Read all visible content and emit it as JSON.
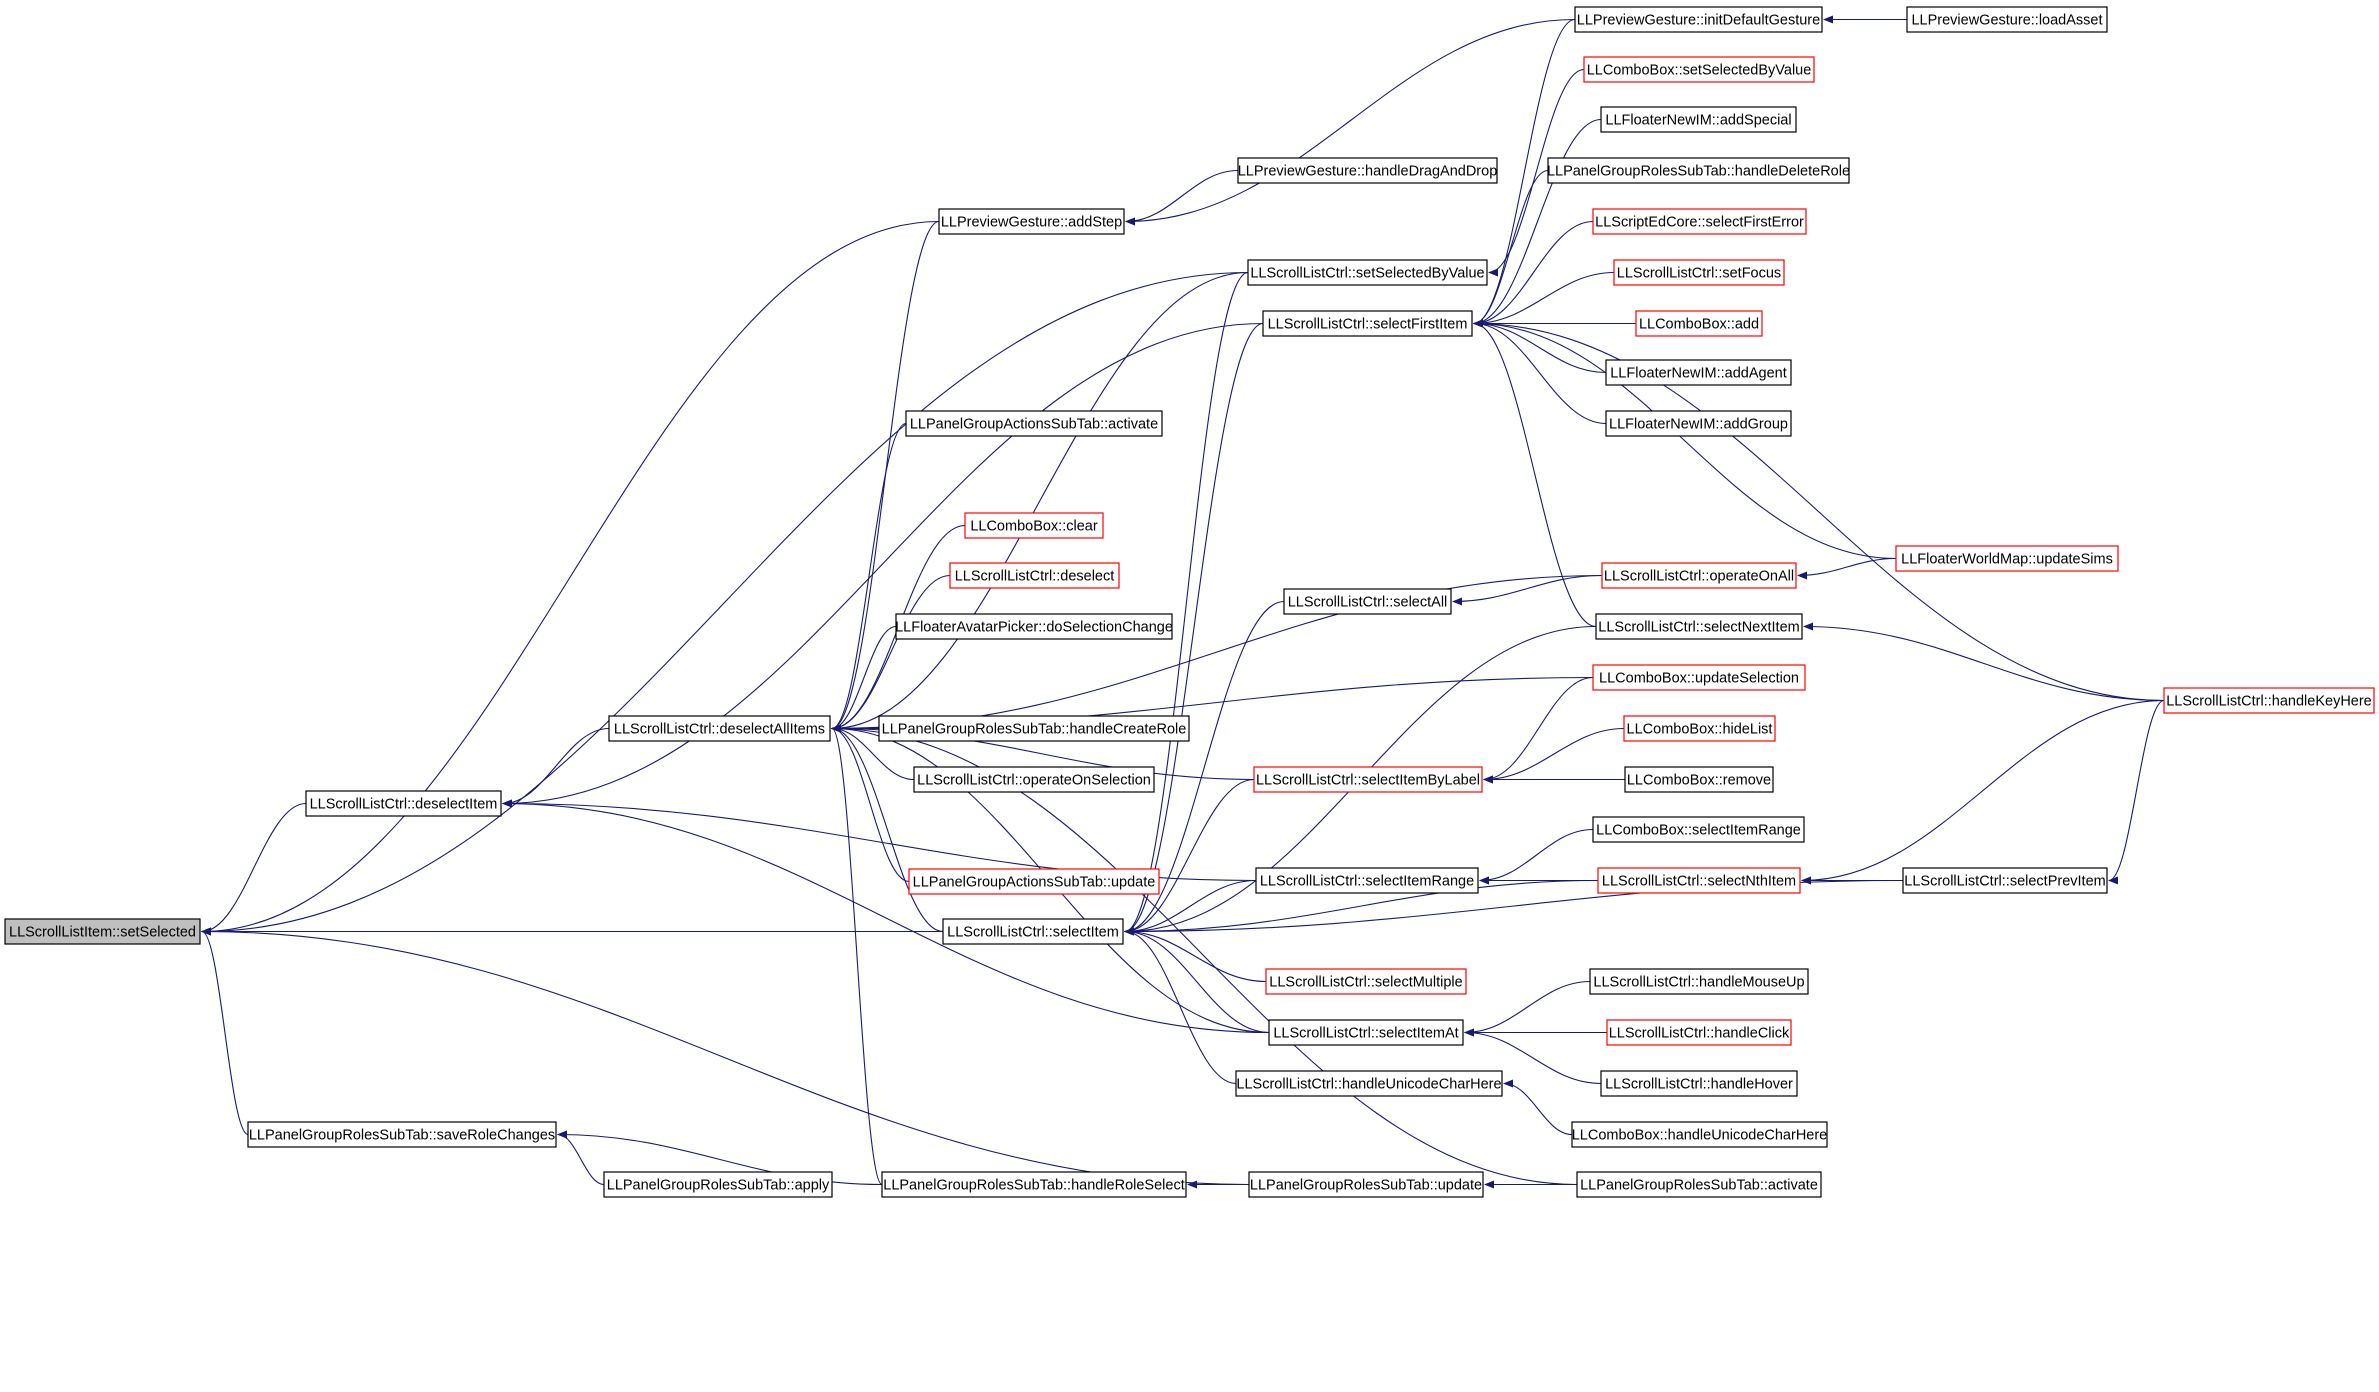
{
  "colors": {
    "edge": "#191970",
    "border_normal": "#000000",
    "border_truncated": "#ff0000",
    "root_fill": "#bfbfbf",
    "node_fill": "#ffffff"
  },
  "nodes": [
    {
      "id": "root",
      "label": "LLScrollListItem::setSelected",
      "style": "root"
    },
    {
      "id": "deselectItem",
      "label": "LLScrollListCtrl::deselectItem",
      "style": "normal"
    },
    {
      "id": "deselectAll",
      "label": "LLScrollListCtrl::deselectAllItems",
      "style": "normal"
    },
    {
      "id": "pgAddStep",
      "label": "LLPreviewGesture::addStep",
      "style": "normal"
    },
    {
      "id": "pgHandleDrag",
      "label": "LLPreviewGesture::handleDragAndDrop",
      "style": "normal"
    },
    {
      "id": "pgInitDefault",
      "label": "LLPreviewGesture::initDefaultGesture",
      "style": "normal"
    },
    {
      "id": "pgLoadAsset",
      "label": "LLPreviewGesture::loadAsset",
      "style": "normal"
    },
    {
      "id": "cbSetSelByVal",
      "label": "LLComboBox::setSelectedByValue",
      "style": "truncated"
    },
    {
      "id": "fnAddSpecial",
      "label": "LLFloaterNewIM::addSpecial",
      "style": "normal"
    },
    {
      "id": "prsDeleteRole",
      "label": "LLPanelGroupRolesSubTab::handleDeleteRole",
      "style": "normal"
    },
    {
      "id": "secSelFirstErr",
      "label": "LLScriptEdCore::selectFirstError",
      "style": "truncated"
    },
    {
      "id": "slcSetSelByVal",
      "label": "LLScrollListCtrl::setSelectedByValue",
      "style": "normal"
    },
    {
      "id": "slcSetFocus",
      "label": "LLScrollListCtrl::setFocus",
      "style": "truncated"
    },
    {
      "id": "slcSelFirst",
      "label": "LLScrollListCtrl::selectFirstItem",
      "style": "normal"
    },
    {
      "id": "cbAdd",
      "label": "LLComboBox::add",
      "style": "truncated"
    },
    {
      "id": "fnAddAgent",
      "label": "LLFloaterNewIM::addAgent",
      "style": "normal"
    },
    {
      "id": "fnAddGroup",
      "label": "LLFloaterNewIM::addGroup",
      "style": "normal"
    },
    {
      "id": "pgaActivate",
      "label": "LLPanelGroupActionsSubTab::activate",
      "style": "normal"
    },
    {
      "id": "cbClear",
      "label": "LLComboBox::clear",
      "style": "truncated"
    },
    {
      "id": "slcDeselect",
      "label": "LLScrollListCtrl::deselect",
      "style": "truncated"
    },
    {
      "id": "fapDoSel",
      "label": "LLFloaterAvatarPicker::doSelectionChange",
      "style": "normal"
    },
    {
      "id": "prsCreateRole",
      "label": "LLPanelGroupRolesSubTab::handleCreateRole",
      "style": "normal"
    },
    {
      "id": "slcOpOnSel",
      "label": "LLScrollListCtrl::operateOnSelection",
      "style": "normal"
    },
    {
      "id": "pgaUpdate",
      "label": "LLPanelGroupActionsSubTab::update",
      "style": "truncated"
    },
    {
      "id": "slcSelectAll",
      "label": "LLScrollListCtrl::selectAll",
      "style": "normal"
    },
    {
      "id": "slcOpOnAll",
      "label": "LLScrollListCtrl::operateOnAll",
      "style": "truncated"
    },
    {
      "id": "fwmUpdateSims",
      "label": "LLFloaterWorldMap::updateSims",
      "style": "truncated"
    },
    {
      "id": "slcSelNext",
      "label": "LLScrollListCtrl::selectNextItem",
      "style": "normal"
    },
    {
      "id": "cbUpdateSel",
      "label": "LLComboBox::updateSelection",
      "style": "truncated"
    },
    {
      "id": "slcHandleKey",
      "label": "LLScrollListCtrl::handleKeyHere",
      "style": "truncated"
    },
    {
      "id": "cbHideList",
      "label": "LLComboBox::hideList",
      "style": "truncated"
    },
    {
      "id": "slcSelByLabel",
      "label": "LLScrollListCtrl::selectItemByLabel",
      "style": "truncated"
    },
    {
      "id": "cbRemove",
      "label": "LLComboBox::remove",
      "style": "normal"
    },
    {
      "id": "cbSelItemRange",
      "label": "LLComboBox::selectItemRange",
      "style": "normal"
    },
    {
      "id": "slcSelItemRange",
      "label": "LLScrollListCtrl::selectItemRange",
      "style": "normal"
    },
    {
      "id": "slcSelNth",
      "label": "LLScrollListCtrl::selectNthItem",
      "style": "truncated"
    },
    {
      "id": "slcSelPrev",
      "label": "LLScrollListCtrl::selectPrevItem",
      "style": "normal"
    },
    {
      "id": "slcSelectItem",
      "label": "LLScrollListCtrl::selectItem",
      "style": "normal"
    },
    {
      "id": "slcSelMultiple",
      "label": "LLScrollListCtrl::selectMultiple",
      "style": "truncated"
    },
    {
      "id": "slcHandleMouseUp",
      "label": "LLScrollListCtrl::handleMouseUp",
      "style": "normal"
    },
    {
      "id": "slcSelItemAt",
      "label": "LLScrollListCtrl::selectItemAt",
      "style": "normal"
    },
    {
      "id": "slcHandleClick",
      "label": "LLScrollListCtrl::handleClick",
      "style": "truncated"
    },
    {
      "id": "slcHandleUnicode",
      "label": "LLScrollListCtrl::handleUnicodeCharHere",
      "style": "normal"
    },
    {
      "id": "slcHandleHover",
      "label": "LLScrollListCtrl::handleHover",
      "style": "normal"
    },
    {
      "id": "cbHandleUnicode",
      "label": "LLComboBox::handleUnicodeCharHere",
      "style": "normal"
    },
    {
      "id": "prsSaveRole",
      "label": "LLPanelGroupRolesSubTab::saveRoleChanges",
      "style": "normal"
    },
    {
      "id": "prsApply",
      "label": "LLPanelGroupRolesSubTab::apply",
      "style": "normal"
    },
    {
      "id": "prsHandleRoleSel",
      "label": "LLPanelGroupRolesSubTab::handleRoleSelect",
      "style": "normal"
    },
    {
      "id": "prsUpdate",
      "label": "LLPanelGroupRolesSubTab::update",
      "style": "normal"
    },
    {
      "id": "prsActivate",
      "label": "LLPanelGroupRolesSubTab::activate",
      "style": "normal"
    }
  ],
  "edges": [
    [
      "deselectItem",
      "root"
    ],
    [
      "pgAddStep",
      "root"
    ],
    [
      "slcSetSelByVal",
      "root"
    ],
    [
      "slcSelectItem",
      "root"
    ],
    [
      "prsSaveRole",
      "root"
    ],
    [
      "prsUpdate",
      "root"
    ],
    [
      "deselectAll",
      "deselectItem"
    ],
    [
      "slcSelFirst",
      "deselectItem"
    ],
    [
      "slcSelItemRange",
      "deselectItem"
    ],
    [
      "slcSelItemAt",
      "deselectItem"
    ],
    [
      "pgAddStep",
      "deselectAll"
    ],
    [
      "slcSetSelByVal",
      "deselectAll"
    ],
    [
      "pgaActivate",
      "deselectAll"
    ],
    [
      "cbClear",
      "deselectAll"
    ],
    [
      "slcDeselect",
      "deselectAll"
    ],
    [
      "fapDoSel",
      "deselectAll"
    ],
    [
      "prsCreateRole",
      "deselectAll"
    ],
    [
      "slcOpOnSel",
      "deselectAll"
    ],
    [
      "pgaUpdate",
      "deselectAll"
    ],
    [
      "slcOpOnAll",
      "deselectAll"
    ],
    [
      "cbUpdateSel",
      "deselectAll"
    ],
    [
      "slcSelByLabel",
      "deselectAll"
    ],
    [
      "slcSelectItem",
      "deselectAll"
    ],
    [
      "slcSelItemAt",
      "deselectAll"
    ],
    [
      "prsHandleRoleSel",
      "deselectAll"
    ],
    [
      "prsActivate",
      "deselectAll"
    ],
    [
      "pgHandleDrag",
      "pgAddStep"
    ],
    [
      "pgInitDefault",
      "pgAddStep"
    ],
    [
      "pgLoadAsset",
      "pgInitDefault"
    ],
    [
      "cbSetSelByVal",
      "slcSetSelByVal"
    ],
    [
      "pgInitDefault",
      "slcSelFirst"
    ],
    [
      "fnAddSpecial",
      "slcSelFirst"
    ],
    [
      "prsDeleteRole",
      "slcSelFirst"
    ],
    [
      "secSelFirstErr",
      "slcSelFirst"
    ],
    [
      "slcSetFocus",
      "slcSelFirst"
    ],
    [
      "cbAdd",
      "slcSelFirst"
    ],
    [
      "fnAddAgent",
      "slcSelFirst"
    ],
    [
      "fnAddGroup",
      "slcSelFirst"
    ],
    [
      "fwmUpdateSims",
      "slcSelFirst"
    ],
    [
      "slcSelNext",
      "slcSelFirst"
    ],
    [
      "slcHandleKey",
      "slcSelFirst"
    ],
    [
      "slcOpOnAll",
      "slcSelectAll"
    ],
    [
      "fwmUpdateSims",
      "slcOpOnAll"
    ],
    [
      "slcHandleKey",
      "slcSelNext"
    ],
    [
      "cbUpdateSel",
      "slcSelByLabel"
    ],
    [
      "cbHideList",
      "slcSelByLabel"
    ],
    [
      "cbRemove",
      "slcSelByLabel"
    ],
    [
      "cbSelItemRange",
      "slcSelItemRange"
    ],
    [
      "slcSelNth",
      "slcSelItemRange"
    ],
    [
      "slcHandleKey",
      "slcSelNth"
    ],
    [
      "slcSelPrev",
      "slcSelNth"
    ],
    [
      "slcHandleKey",
      "slcSelPrev"
    ],
    [
      "slcSetSelByVal",
      "slcSelectItem"
    ],
    [
      "slcSelFirst",
      "slcSelectItem"
    ],
    [
      "slcSelectAll",
      "slcSelectItem"
    ],
    [
      "slcSelNext",
      "slcSelectItem"
    ],
    [
      "slcSelByLabel",
      "slcSelectItem"
    ],
    [
      "slcSelItemRange",
      "slcSelectItem"
    ],
    [
      "slcSelPrev",
      "slcSelectItem"
    ],
    [
      "slcSelMultiple",
      "slcSelectItem"
    ],
    [
      "slcSelItemAt",
      "slcSelectItem"
    ],
    [
      "slcHandleUnicode",
      "slcSelectItem"
    ],
    [
      "slcSelNth",
      "slcSelectItem"
    ],
    [
      "slcHandleMouseUp",
      "slcSelItemAt"
    ],
    [
      "slcHandleClick",
      "slcSelItemAt"
    ],
    [
      "slcHandleHover",
      "slcSelItemAt"
    ],
    [
      "cbHandleUnicode",
      "slcHandleUnicode"
    ],
    [
      "prsApply",
      "prsSaveRole"
    ],
    [
      "prsHandleRoleSel",
      "prsSaveRole"
    ],
    [
      "prsUpdate",
      "prsHandleRoleSel"
    ],
    [
      "prsActivate",
      "prsUpdate"
    ]
  ]
}
